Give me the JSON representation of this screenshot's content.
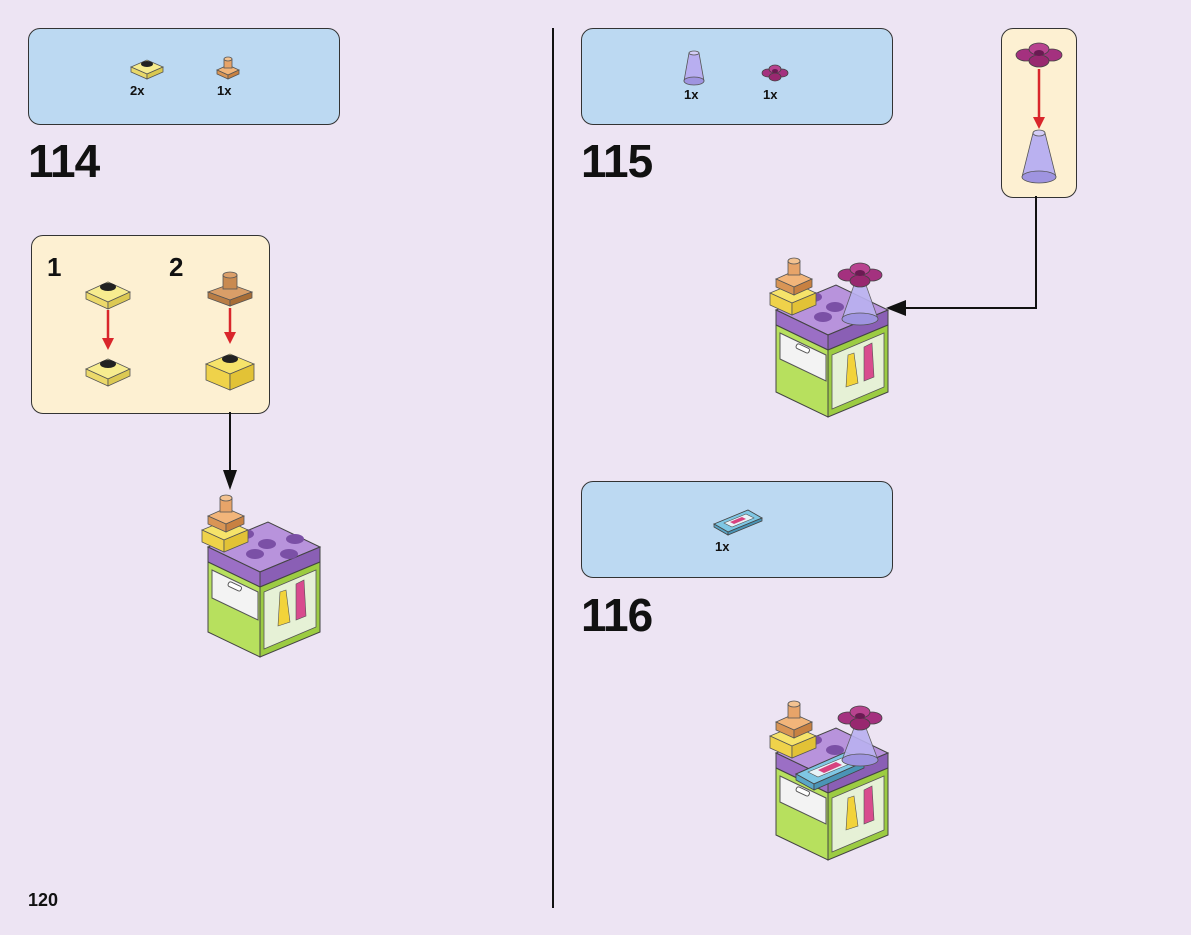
{
  "page_number": "120",
  "steps": [
    {
      "number": "114",
      "parts": [
        {
          "qty": "2x",
          "icon": "yellow-round-plate-icon"
        },
        {
          "qty": "1x",
          "icon": "orange-cone-piece-icon"
        }
      ],
      "substeps": [
        {
          "number": "1",
          "icon": "yellow-plate-stack-icon"
        },
        {
          "number": "2",
          "icon": "cone-on-plate-icon"
        }
      ]
    },
    {
      "number": "115",
      "parts": [
        {
          "qty": "1x",
          "icon": "lavender-cone-icon"
        },
        {
          "qty": "1x",
          "icon": "magenta-flower-icon"
        }
      ]
    },
    {
      "number": "116",
      "parts": [
        {
          "qty": "1x",
          "icon": "phone-tile-icon"
        }
      ]
    }
  ],
  "colors": {
    "background": "#ede4f3",
    "parts_box": "#bcd9f2",
    "substep_box": "#fdf0d2",
    "arrow_red": "#d9262b",
    "brick_purple": "#a77ccf",
    "brick_green": "#a6d84b"
  }
}
